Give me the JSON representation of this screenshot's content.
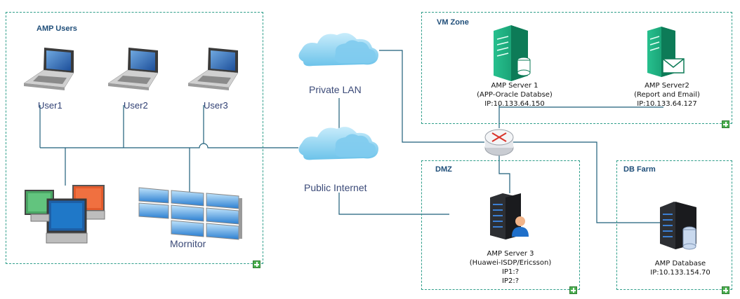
{
  "zones": {
    "amp_users": {
      "title": "AMP Users"
    },
    "vm_zone": {
      "title": "VM Zone"
    },
    "dmz": {
      "title": "DMZ"
    },
    "db_farm": {
      "title": "DB Farm"
    }
  },
  "users": [
    {
      "label": "User1"
    },
    {
      "label": "User2"
    },
    {
      "label": "User3"
    }
  ],
  "monitor": {
    "label": "Mornitor"
  },
  "clouds": {
    "private": {
      "label": "Private LAN"
    },
    "public": {
      "label": "Public Internet"
    }
  },
  "servers": {
    "server1": {
      "name": "AMP Server 1",
      "role": "(APP-Oracle Databse)",
      "ip": "IP:10.133.64.150"
    },
    "server2": {
      "name": "AMP Server2",
      "role": "(Report and Email)",
      "ip": "IP:10.133.64.127"
    },
    "server3": {
      "name": "AMP Server 3",
      "role": "(Huawei-ISDP/Ericsson)",
      "ip1": "IP1:?",
      "ip2": "IP2:?"
    },
    "database": {
      "name": "AMP Database",
      "ip": "IP:10.133.154.70"
    }
  },
  "colors": {
    "zone_border": "#2f9e8a",
    "line": "#1f5f7a",
    "server_green": "#1aa37a",
    "cloud": "#8fd0ee",
    "title": "#1f4e79"
  }
}
